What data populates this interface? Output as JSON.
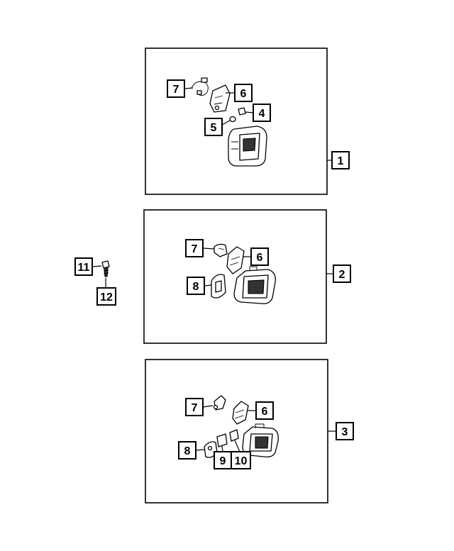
{
  "callouts": {
    "c1": "1",
    "c2": "2",
    "c3": "3",
    "p1_4": "4",
    "p1_5": "5",
    "p1_6": "6",
    "p1_7": "7",
    "p2_6": "6",
    "p2_7": "7",
    "p2_8": "8",
    "p3_6": "6",
    "p3_7": "7",
    "p3_8": "8",
    "p3_9": "9",
    "p3_10": "10",
    "s_11": "11",
    "s_12": "12"
  }
}
